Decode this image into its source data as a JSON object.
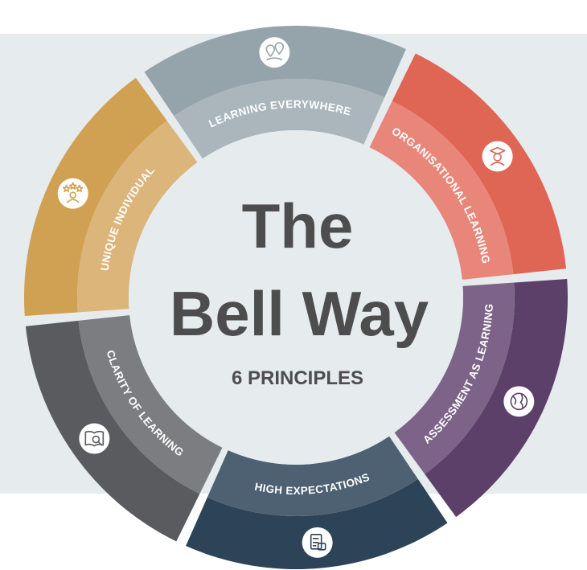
{
  "center": {
    "title_line1": "The",
    "title_line2": "Bell Way",
    "subtitle": "6 PRINCIPLES"
  },
  "segments": [
    {
      "label": "ORGANISATIONAL LEARNING",
      "icon": "graduate-icon",
      "outer_color": "#df6554",
      "inner_color": "#e9867a"
    },
    {
      "label": "ASSESSMENT AS LEARNING",
      "icon": "globe-icon",
      "outer_color": "#5c4069",
      "inner_color": "#7c6387"
    },
    {
      "label": "HIGH EXPECTATIONS",
      "icon": "checklist-icon",
      "outer_color": "#2d4357",
      "inner_color": "#4d6173"
    },
    {
      "label": "CLARITY OF LEARNING",
      "icon": "book-search-icon",
      "outer_color": "#595b5e",
      "inner_color": "#7b7d80"
    },
    {
      "label": "UNIQUE INDIVIDUAL",
      "icon": "star-person-icon",
      "outer_color": "#d0a053",
      "inner_color": "#dcb57a"
    },
    {
      "label": "LEARNING EVERYWHERE",
      "icon": "map-pins-icon",
      "outer_color": "#95a3aa",
      "inner_color": "#aab6bc"
    }
  ],
  "colors": {
    "panel": "#e6ebee",
    "center_fill": "#e6ebee",
    "title_text": "#4d4d4d"
  }
}
